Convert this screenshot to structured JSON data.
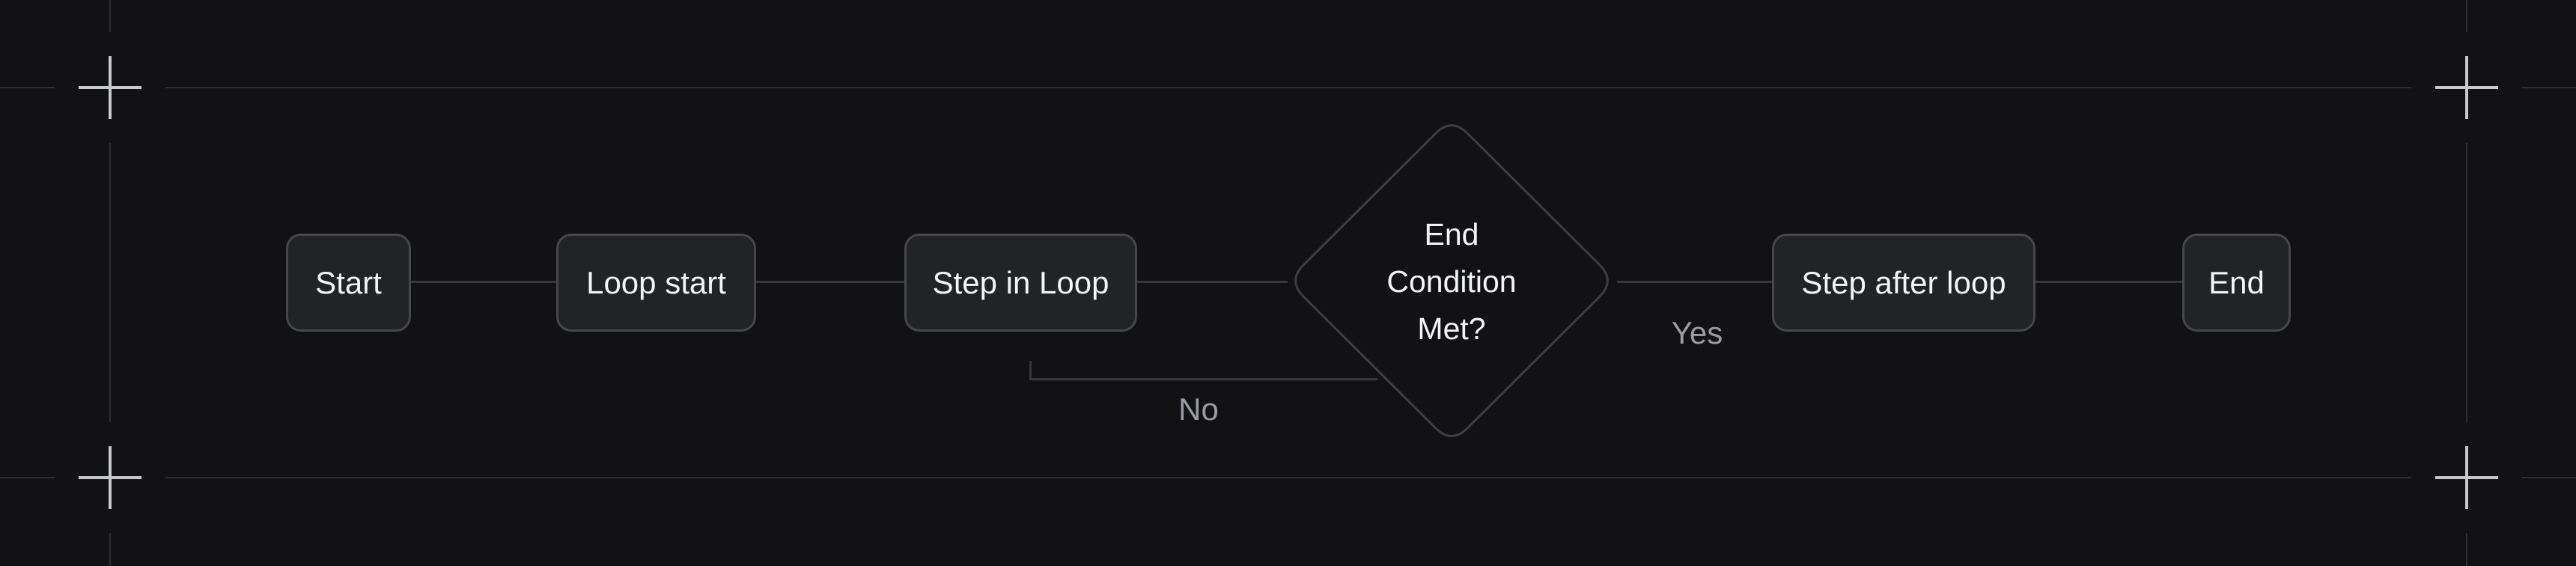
{
  "flow": {
    "nodes": [
      {
        "id": "start",
        "type": "process",
        "label": "Start"
      },
      {
        "id": "loop-start",
        "type": "process",
        "label": "Loop start"
      },
      {
        "id": "step-in-loop",
        "type": "process",
        "label": "Step in Loop"
      },
      {
        "id": "end-condition",
        "type": "decision",
        "lines": [
          "End",
          "Condition",
          "Met?"
        ]
      },
      {
        "id": "step-after-loop",
        "type": "process",
        "label": "Step after loop"
      },
      {
        "id": "end",
        "type": "process",
        "label": "End"
      }
    ],
    "edges": {
      "yes_label": "Yes",
      "no_label": "No"
    }
  },
  "colors": {
    "background": "#121215",
    "node_fill": "#222327",
    "node_border": "#45474b",
    "node_text": "#f3f4f6",
    "connector": "#35373b",
    "diamond_stroke": "#3c3e42",
    "edge_label_text": "#9a9ca1",
    "frame_guide": "#2c2e31",
    "crop_mark": "#c6c8cb"
  }
}
